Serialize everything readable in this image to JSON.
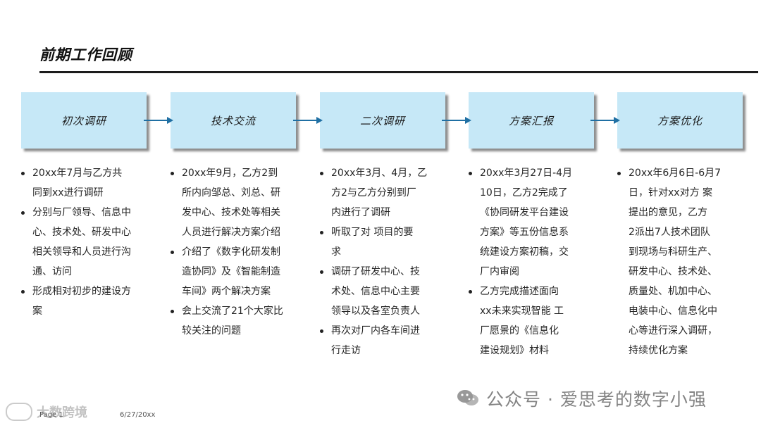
{
  "page_title": "前期工作回顾",
  "stages": [
    {
      "label": "初次调研"
    },
    {
      "label": "技术交流"
    },
    {
      "label": "二次调研"
    },
    {
      "label": "方案汇报"
    },
    {
      "label": "方案优化"
    }
  ],
  "columns": [
    {
      "items": [
        [
          "20xx年7月与乙方共",
          "同到xx进行调研"
        ],
        [
          "分别与厂领导、信息中",
          "心、技术处、研发中心",
          "相关领导和人员进行沟",
          "通、访问"
        ],
        [
          "形成相对初步的建设方",
          "案"
        ]
      ]
    },
    {
      "items": [
        [
          "20xx年9月，乙方2到",
          "所内向邹总、刘总、研",
          "发中心、技术处等相关",
          "人员进行解决方案介绍"
        ],
        [
          "介绍了《数字化研发制",
          "造协同》及《智能制造",
          "车间》两个解决方案"
        ],
        [
          "会上交流了21个大家比",
          "较关注的问题"
        ]
      ]
    },
    {
      "items": [
        [
          "20xx年3月、4月，乙",
          "方2与乙方分别到厂",
          "内进行了调研"
        ],
        [
          "听取了对 项目的要",
          "求"
        ],
        [
          "调研了研发中心、技",
          "术处、信息中心主要",
          "领导以及各室负责人"
        ],
        [
          "再次对厂内各车间进",
          "行走访"
        ]
      ]
    },
    {
      "items": [
        [
          "20xx年3月27日-4月",
          "10日，乙方2完成了",
          "《协同研发平台建设",
          "方案》等五份信息系",
          "统建设方案初稿，交",
          "厂内审阅"
        ],
        [
          "乙方完成描述面向",
          "xx未来实现智能 工",
          "厂愿景的《信息化",
          "建设规划》材料"
        ]
      ]
    },
    {
      "items": [
        [
          "20xx年6月6日-6月7",
          "日，针对xx对方 案",
          "提出的意见，乙方",
          "2派出7人技术团队",
          "到现场与科研生产、",
          "研发中心、技术处、",
          "质量处、机加中心、",
          "电装中心、信息化中",
          "心等进行深入调研，",
          "持续优化方案"
        ]
      ]
    }
  ],
  "footer": {
    "page": "Page 1",
    "date": "6/27/20xx"
  },
  "watermarks": {
    "left": "大数跨境",
    "right": "公众号 · 爱思考的数字小强"
  },
  "colors": {
    "stage_fill": "#c6e8f7",
    "arrow": "#1f6fa3",
    "rule": "#1c1c1c"
  }
}
